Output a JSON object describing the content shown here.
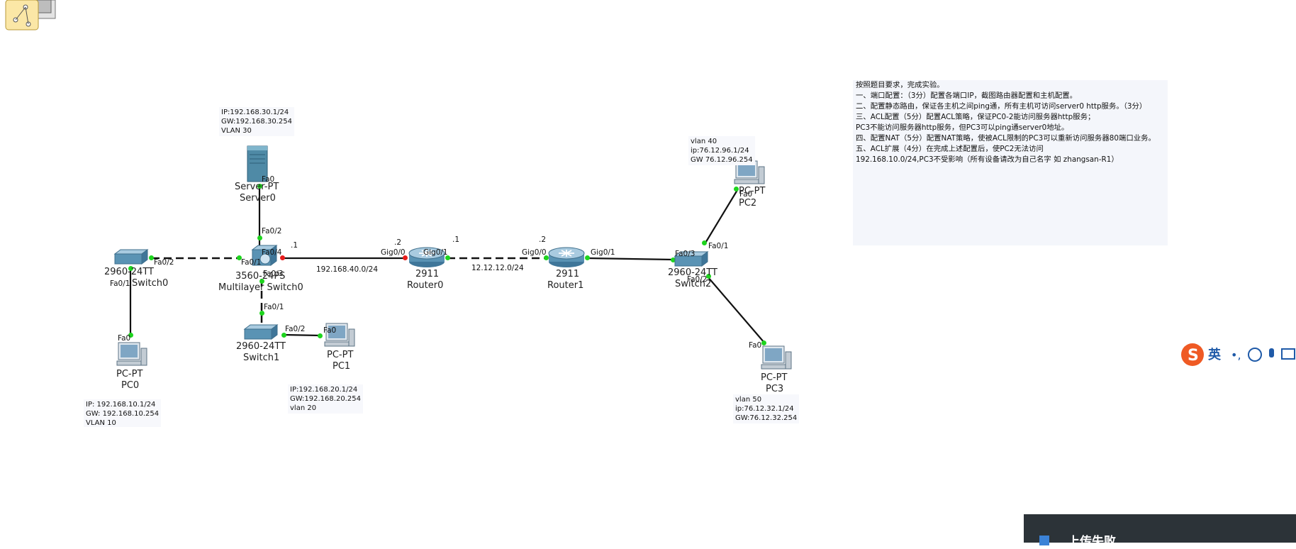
{
  "devices": {
    "server0": {
      "model": "Server-PT",
      "name": "Server0",
      "port": "Fa0"
    },
    "mls0": {
      "model": "3560-24PS",
      "name": "Multilayer Switch0",
      "ports": [
        "Fa0/2",
        "Fa0/4",
        "Fa0/1",
        "Fa0/3"
      ]
    },
    "switch0": {
      "model": "2960-24TT",
      "name": "Switch0",
      "ports": [
        "Fa0/2",
        "Fa0/1"
      ]
    },
    "switch1": {
      "model": "2960-24TT",
      "name": "Switch1",
      "ports": [
        "Fa0/1",
        "Fa0/2"
      ]
    },
    "pc0": {
      "model": "PC-PT",
      "name": "PC0",
      "port": "Fa0"
    },
    "pc1": {
      "model": "PC-PT",
      "name": "PC1",
      "port": "Fa0"
    },
    "router0": {
      "model": "2911",
      "name": "Router0",
      "ports": [
        "Gig0/0",
        "Gig0/1"
      ]
    },
    "router1": {
      "model": "2911",
      "name": "Router1",
      "ports": [
        "Gig0/0",
        "Gig0/1"
      ]
    },
    "switch2": {
      "model": "2960-24TT",
      "name": "Switch2",
      "ports": [
        "Fa0/3",
        "Fa0/1",
        "Fa0/2"
      ]
    },
    "pc2": {
      "model": "PC-PT",
      "name": "PC2",
      "port": "Fa0"
    },
    "pc3": {
      "model": "PC-PT",
      "name": "PC3",
      "port": "Fa0"
    }
  },
  "notes": {
    "server0": "IP:192.168.30.1/24\nGW:192.168.30.254\nVLAN 30",
    "pc0": "IP: 192.168.10.1/24\nGW: 192.168.10.254\nVLAN 10",
    "pc1": "IP:192.168.20.1/24\nGW:192.168.20.254\nvlan 20",
    "pc2": "vlan 40\nip:76.12.96.1/24\nGW 76.12.96.254",
    "pc3": "vlan 50\nip:76.12.32.1/24\nGW:76.12.32.254"
  },
  "links": {
    "net1": "192.168.40.0/24",
    "net2": "12.12.12.0/24",
    "mls_ip": ".1",
    "r0_gig00_ip": ".2",
    "r0_gig01_ip": ".1",
    "r1_gig00_ip": ".2"
  },
  "task": {
    "lines": [
      "按照题目要求，完成实验。",
      "一、端口配置：（3分）配置各端口IP，截图路由器配置和主机配置。",
      "二、配置静态路由，保证各主机之间ping通，所有主机可访问server0 http服务。（3分）",
      "三、ACL配置（5分）配置ACL策略，保证PC0-2能访问服务器http服务；",
      "      PC3不能访问服务器http服务，但PC3可以ping通server0地址。",
      "四、配置NAT（5分）配置NAT策略，使被ACL限制的PC3可以重新访问服务器80端口业务。",
      "五、ACL扩展（4分）在完成上述配置后，使PC2无法访问",
      "      192.168.10.0/24,PC3不受影响（所有设备请改为自己名字 如 zhangsan-R1）"
    ]
  },
  "ime": {
    "label": "英"
  },
  "upload": {
    "label": "上传失败"
  }
}
